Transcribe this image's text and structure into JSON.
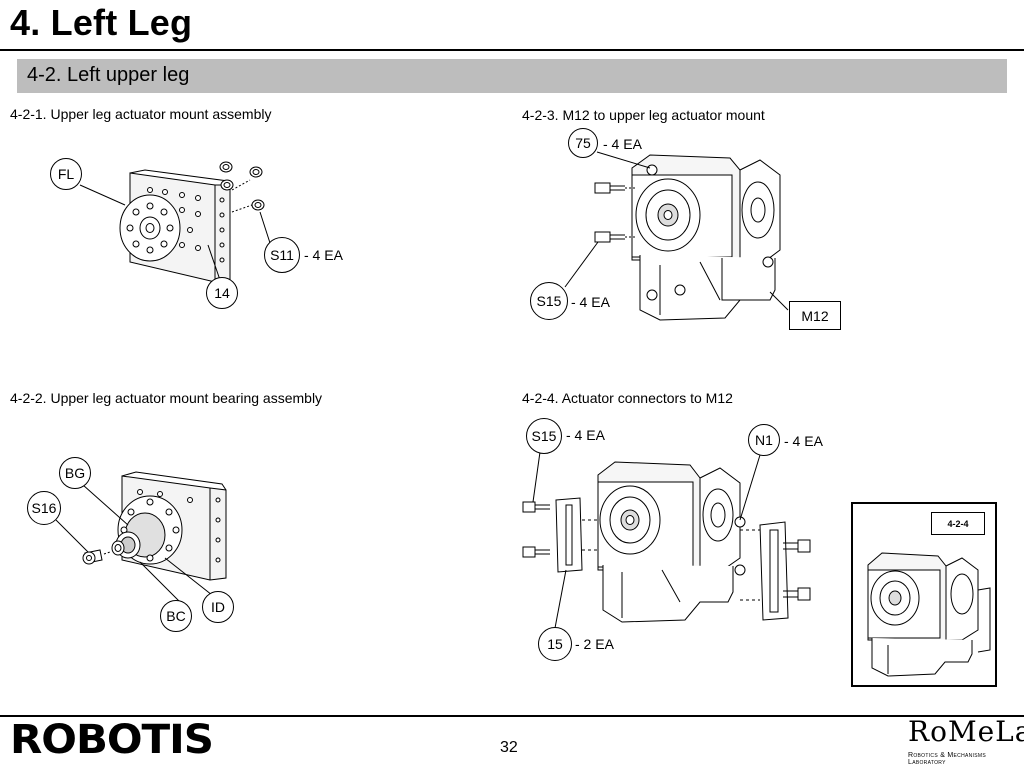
{
  "header": {
    "page_title": "4. Left Leg",
    "section_title": "4-2. Left upper leg"
  },
  "steps": {
    "s421": {
      "title": "4-2-1. Upper leg actuator mount assembly",
      "callouts": {
        "fl": "FL",
        "s11": "S11",
        "n14": "14"
      },
      "qty_s11": "- 4 EA"
    },
    "s422": {
      "title": "4-2-2. Upper leg actuator mount bearing assembly",
      "callouts": {
        "bg": "BG",
        "s16": "S16",
        "id": "ID",
        "bc": "BC"
      }
    },
    "s423": {
      "title": "4-2-3. M12 to upper leg actuator mount",
      "callouts": {
        "n75": "75",
        "s15": "S15"
      },
      "qty_75": "- 4 EA",
      "qty_s15": "- 4 EA",
      "box_label": "M12"
    },
    "s424": {
      "title": "4-2-4. Actuator connectors to M12",
      "callouts": {
        "s15": "S15",
        "n1": "N1",
        "n15": "15"
      },
      "qty_s15": "- 4 EA",
      "qty_n1": "- 4 EA",
      "qty_15": "- 2 EA",
      "inset_label": "4-2-4"
    }
  },
  "footer": {
    "brand": "ROBOTIS",
    "page_number": "32",
    "partner_logo": "RoMeLa",
    "partner_sub": "Robotics & Mechanisms Laboratory"
  }
}
